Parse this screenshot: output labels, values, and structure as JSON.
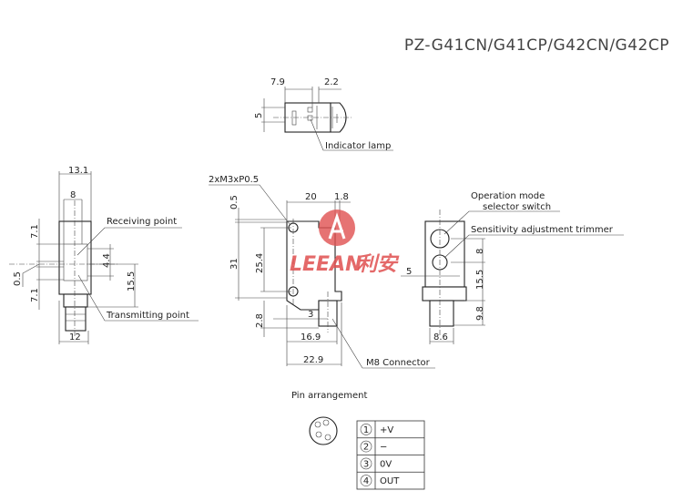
{
  "title": "PZ-G41CN/G41CP/G42CN/G42CP",
  "watermark": {
    "text_latin": "LEEAN",
    "text_cjk": "利安",
    "color": "#e05050"
  },
  "top_view": {
    "dim_a": "7.9",
    "dim_b": "2.2",
    "dim_height": "5",
    "label_indicator": "Indicator lamp"
  },
  "side_view": {
    "dim_width_top": "13.1",
    "dim_inner": "8",
    "dim_upper": "7.1",
    "dim_gap": "0.5",
    "dim_lower": "7.1",
    "dim_44": "4.4",
    "dim_155": "15.5",
    "dim_bottom": "12",
    "label_receiving": "Receiving point",
    "label_transmitting": "Transmitting point"
  },
  "front_view": {
    "label_screw": "2xM3xP0.5",
    "dim_20": "20",
    "dim_18": "1.8",
    "dim_05": "0.5",
    "dim_31": "31",
    "dim_254": "25.4",
    "dim_28": "2.8",
    "dim_3": "3",
    "dim_169": "16.9",
    "dim_229": "22.9",
    "label_connector": "M8 Connector"
  },
  "rear_view": {
    "label_mode_1": "Operation mode",
    "label_mode_2": "selector switch",
    "label_trimmer": "Sensitivity adjustment trimmer",
    "dim_5": "5",
    "dim_8": "8",
    "dim_155": "15.5",
    "dim_98": "9.8",
    "dim_86": "8.6"
  },
  "pins": {
    "heading": "Pin arrangement",
    "rows": [
      {
        "num": "1",
        "signal": "+V"
      },
      {
        "num": "2",
        "signal": "−"
      },
      {
        "num": "3",
        "signal": "0V"
      },
      {
        "num": "4",
        "signal": "OUT"
      }
    ]
  }
}
